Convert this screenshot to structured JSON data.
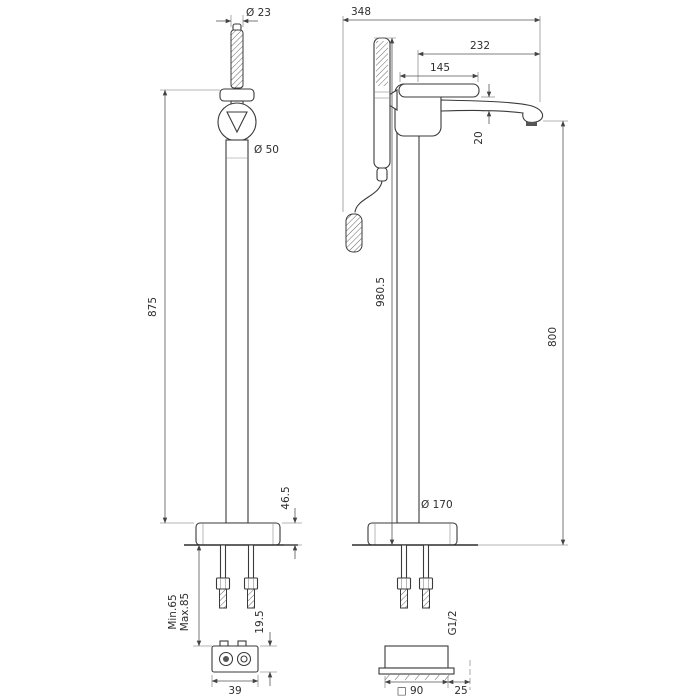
{
  "drawing": {
    "front_view": {
      "handshower_diameter": "Ø 23",
      "column_diameter": "Ø 50",
      "column_height": "875",
      "base_height": "46.5",
      "install_min": "Min.65",
      "install_max": "Max.85",
      "box_depth": "19.5",
      "box_width": "39"
    },
    "side_view": {
      "overall_reach": "348",
      "spout_reach": "232",
      "handle_length": "145",
      "spout_tip_drop": "20",
      "total_height": "980.5",
      "spout_height": "800",
      "base_diameter": "Ø 170",
      "connection_thread": "G1/2",
      "box_size": "□ 90",
      "pipe_offset": "25"
    }
  }
}
